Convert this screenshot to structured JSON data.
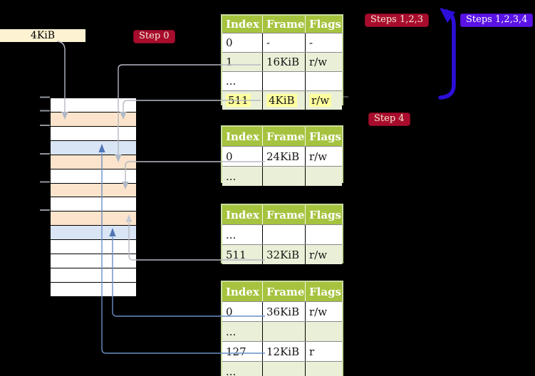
{
  "colors": {
    "background": "#000000",
    "table_header_green": "#a6c33f",
    "table_border_green": "#c9dc9f",
    "table_row_alt_green": "#eaf0d8",
    "highlight_yellow": "#ffff9e",
    "memory_frame_orange": "#fce4cc",
    "memory_frame_blue": "#d9e5f4",
    "badge_crimson": "#a80c2d",
    "badge_blue_violet": "#5a13e6",
    "thick_arrow_blue": "#2b0fd9",
    "connector_gray": "#b5bac2",
    "connector_blue": "#6a8fc5",
    "frame_label_bg": "#fdf2d2"
  },
  "labels": {
    "frame_size": "4KiB",
    "step0": "Step 0",
    "steps123": "Steps 1,2,3",
    "steps1234": "Steps 1,2,3,4",
    "step4": "Step 4"
  },
  "memory": {
    "rows": [
      "white",
      "orange",
      "white",
      "blue",
      "orange",
      "white",
      "orange",
      "white",
      "orange",
      "blue",
      "white",
      "white",
      "white",
      "white"
    ]
  },
  "tables": [
    {
      "name": "page-table-top",
      "columns": [
        "Index",
        "Frame",
        "Flags"
      ],
      "rows": [
        {
          "cells": [
            "0",
            "-",
            "-"
          ],
          "shaded": false,
          "highlight": false
        },
        {
          "cells": [
            "1",
            "16KiB",
            "r/w"
          ],
          "shaded": true,
          "highlight": false
        },
        {
          "cells": [
            "...",
            "",
            ""
          ],
          "shaded": false,
          "highlight": false
        },
        {
          "cells": [
            "511",
            "4KiB",
            "r/w"
          ],
          "shaded": true,
          "highlight": true
        }
      ]
    },
    {
      "name": "page-table-upper-middle",
      "columns": [
        "Index",
        "Frame",
        "Flags"
      ],
      "rows": [
        {
          "cells": [
            "0",
            "24KiB",
            "r/w"
          ],
          "shaded": false,
          "highlight": false
        },
        {
          "cells": [
            "...",
            "",
            ""
          ],
          "shaded": true,
          "highlight": false
        }
      ]
    },
    {
      "name": "page-table-lower-middle",
      "columns": [
        "Index",
        "Frame",
        "Flags"
      ],
      "rows": [
        {
          "cells": [
            "...",
            "",
            ""
          ],
          "shaded": false,
          "highlight": false
        },
        {
          "cells": [
            "511",
            "32KiB",
            "r/w"
          ],
          "shaded": true,
          "highlight": false
        }
      ]
    },
    {
      "name": "page-table-bottom",
      "columns": [
        "Index",
        "Frame",
        "Flags"
      ],
      "rows": [
        {
          "cells": [
            "0",
            "36KiB",
            "r/w"
          ],
          "shaded": false,
          "highlight": false
        },
        {
          "cells": [
            "...",
            "",
            ""
          ],
          "shaded": true,
          "highlight": false
        },
        {
          "cells": [
            "127",
            "12KiB",
            "r"
          ],
          "shaded": false,
          "highlight": false
        },
        {
          "cells": [
            "...",
            "",
            ""
          ],
          "shaded": true,
          "highlight": false
        }
      ]
    }
  ]
}
